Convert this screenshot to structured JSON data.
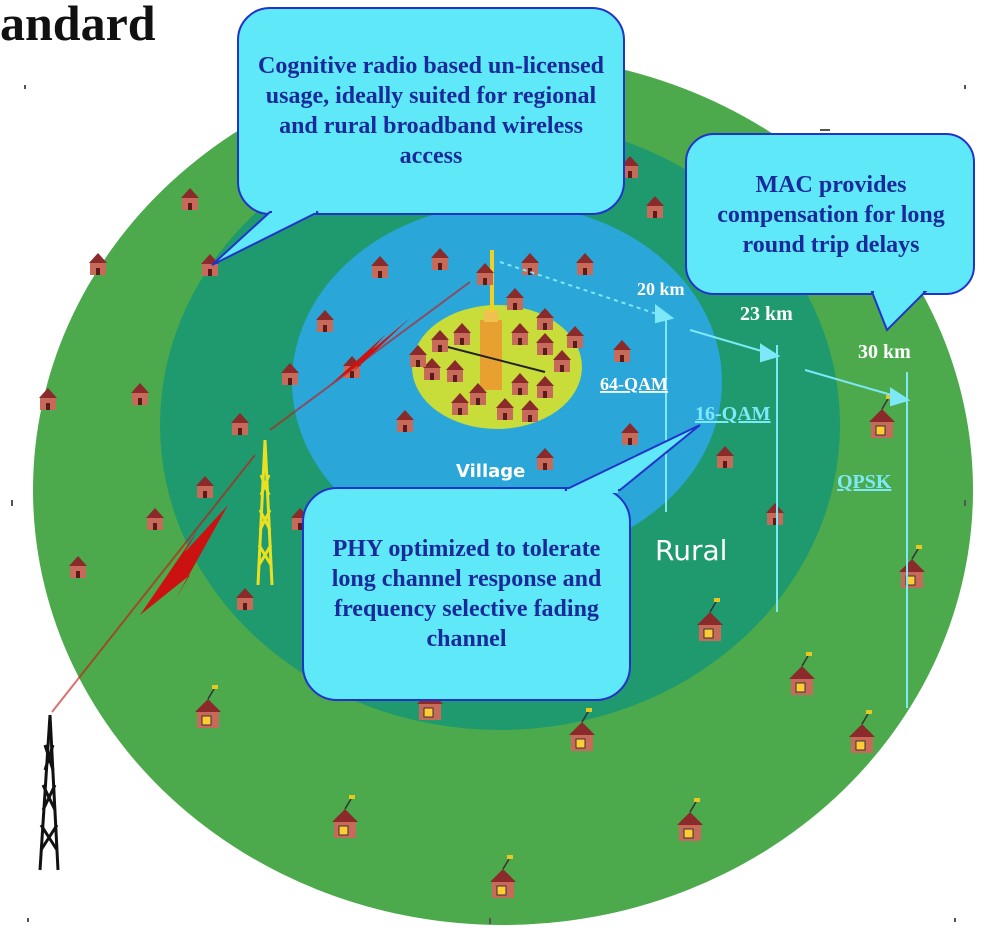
{
  "title": "andard",
  "labels": {
    "village": "Village",
    "rural": "Rural",
    "d20": "20 km",
    "d23": "23 km",
    "d30": "30 km",
    "mod64": "64-QAM",
    "mod16": "16-QAM",
    "qpsk": "QPSK"
  },
  "callouts": {
    "cognitive": "Cognitive radio based un-licensed usage, ideally suited for regional and rural broadband wireless access",
    "mac": "MAC provides compensation for long round trip delays",
    "phy": "PHY optimized to tolerate long channel response and frequency selective fading channel"
  },
  "colors": {
    "outer_ring": "#4caa4c",
    "middle_ring": "#1e9a6e",
    "inner_zone": "#2aa6d8",
    "village_core": "#c8dc3a",
    "callout_fill": "#5ee8f8",
    "callout_border": "#2233cc",
    "callout_text": "#1a2a9a",
    "signal": "#cc1111"
  }
}
